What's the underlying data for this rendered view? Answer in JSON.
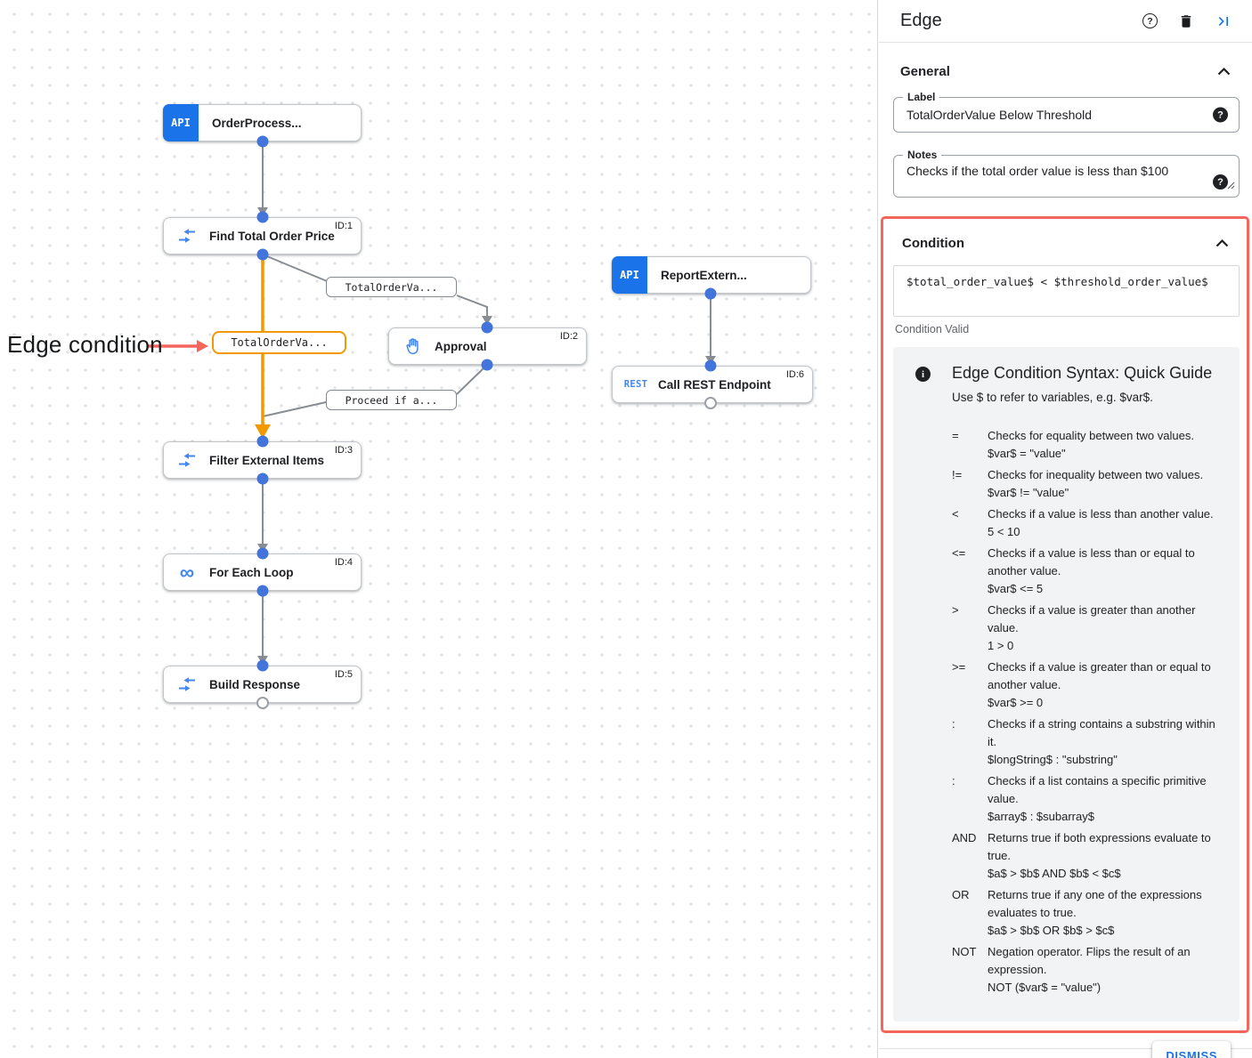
{
  "canvas": {
    "annotation": "Edge condition",
    "nodes": [
      {
        "title": "OrderProcess...",
        "badge": "",
        "icon": "api-icon",
        "icon_text": "API"
      },
      {
        "title": "Find Total Order Price",
        "badge": "ID:1",
        "icon": "data-mapping-icon"
      },
      {
        "title": "Approval",
        "badge": "ID:2",
        "icon": "hand-icon"
      },
      {
        "title": "ReportExtern...",
        "badge": "",
        "icon": "api-icon",
        "icon_text": "API"
      },
      {
        "title": "Call REST Endpoint",
        "badge": "ID:6",
        "icon": "rest-icon",
        "icon_text": "REST"
      },
      {
        "title": "Filter External Items",
        "badge": "ID:3",
        "icon": "data-mapping-icon"
      },
      {
        "title": "For Each Loop",
        "badge": "ID:4",
        "icon": "loop-icon",
        "icon_text": "∞"
      },
      {
        "title": "Build Response",
        "badge": "ID:5",
        "icon": "data-mapping-icon"
      }
    ],
    "edge_labels": [
      {
        "text": "TotalOrderVa...",
        "selected": false
      },
      {
        "text": "TotalOrderVa...",
        "selected": true
      },
      {
        "text": "Proceed if a...",
        "selected": false
      }
    ]
  },
  "panel": {
    "title": "Edge",
    "general": {
      "section_label": "General",
      "label_field": {
        "label": "Label",
        "value": "TotalOrderValue Below Threshold"
      },
      "notes_field": {
        "label": "Notes",
        "value": "Checks if the total order value is less than $100"
      }
    },
    "condition": {
      "section_label": "Condition",
      "expression": "$total_order_value$ < $threshold_order_value$",
      "status": "Condition Valid",
      "guide": {
        "title": "Edge Condition Syntax: Quick Guide",
        "intro": "Use $ to refer to variables, e.g. $var$.",
        "rows": [
          {
            "op": "=",
            "desc": "Checks for equality between two values.",
            "example": "$var$ = \"value\""
          },
          {
            "op": "!=",
            "desc": "Checks for inequality between two values.",
            "example": "$var$ != \"value\""
          },
          {
            "op": "<",
            "desc": "Checks if a value is less than another value.",
            "example": "5 < 10"
          },
          {
            "op": "<=",
            "desc": "Checks if a value is less than or equal to another value.",
            "example": "$var$ <= 5"
          },
          {
            "op": ">",
            "desc": "Checks if a value is greater than another value.",
            "example": "1 > 0"
          },
          {
            "op": ">=",
            "desc": "Checks if a value is greater than or equal to another value.",
            "example": "$var$ >= 0"
          },
          {
            "op": ":",
            "desc": "Checks if a string contains a substring within it.",
            "example": "$longString$ : \"substring\""
          },
          {
            "op": ":",
            "desc": "Checks if a list contains a specific primitive value.",
            "example": "$array$ : $subarray$"
          },
          {
            "op": "AND",
            "desc": "Returns true if both expressions evaluate to true.",
            "example": "$a$ > $b$ AND $b$ < $c$"
          },
          {
            "op": "OR",
            "desc": "Returns true if any one of the expressions evaluates to true.",
            "example": "$a$ > $b$ OR $b$ > $c$"
          },
          {
            "op": "NOT",
            "desc": "Negation operator. Flips the result of an expression.",
            "example": "NOT ($var$ = \"value\")"
          }
        ]
      }
    },
    "dismiss_label": "DISMISS"
  },
  "colors": {
    "accent_blue": "#1A73E8",
    "icon_blue": "#4285F4",
    "edge_orange": "#F29900",
    "edge_gray": "#878D92",
    "highlight_red": "#F4655C",
    "guide_bg": "#F1F3F4"
  }
}
